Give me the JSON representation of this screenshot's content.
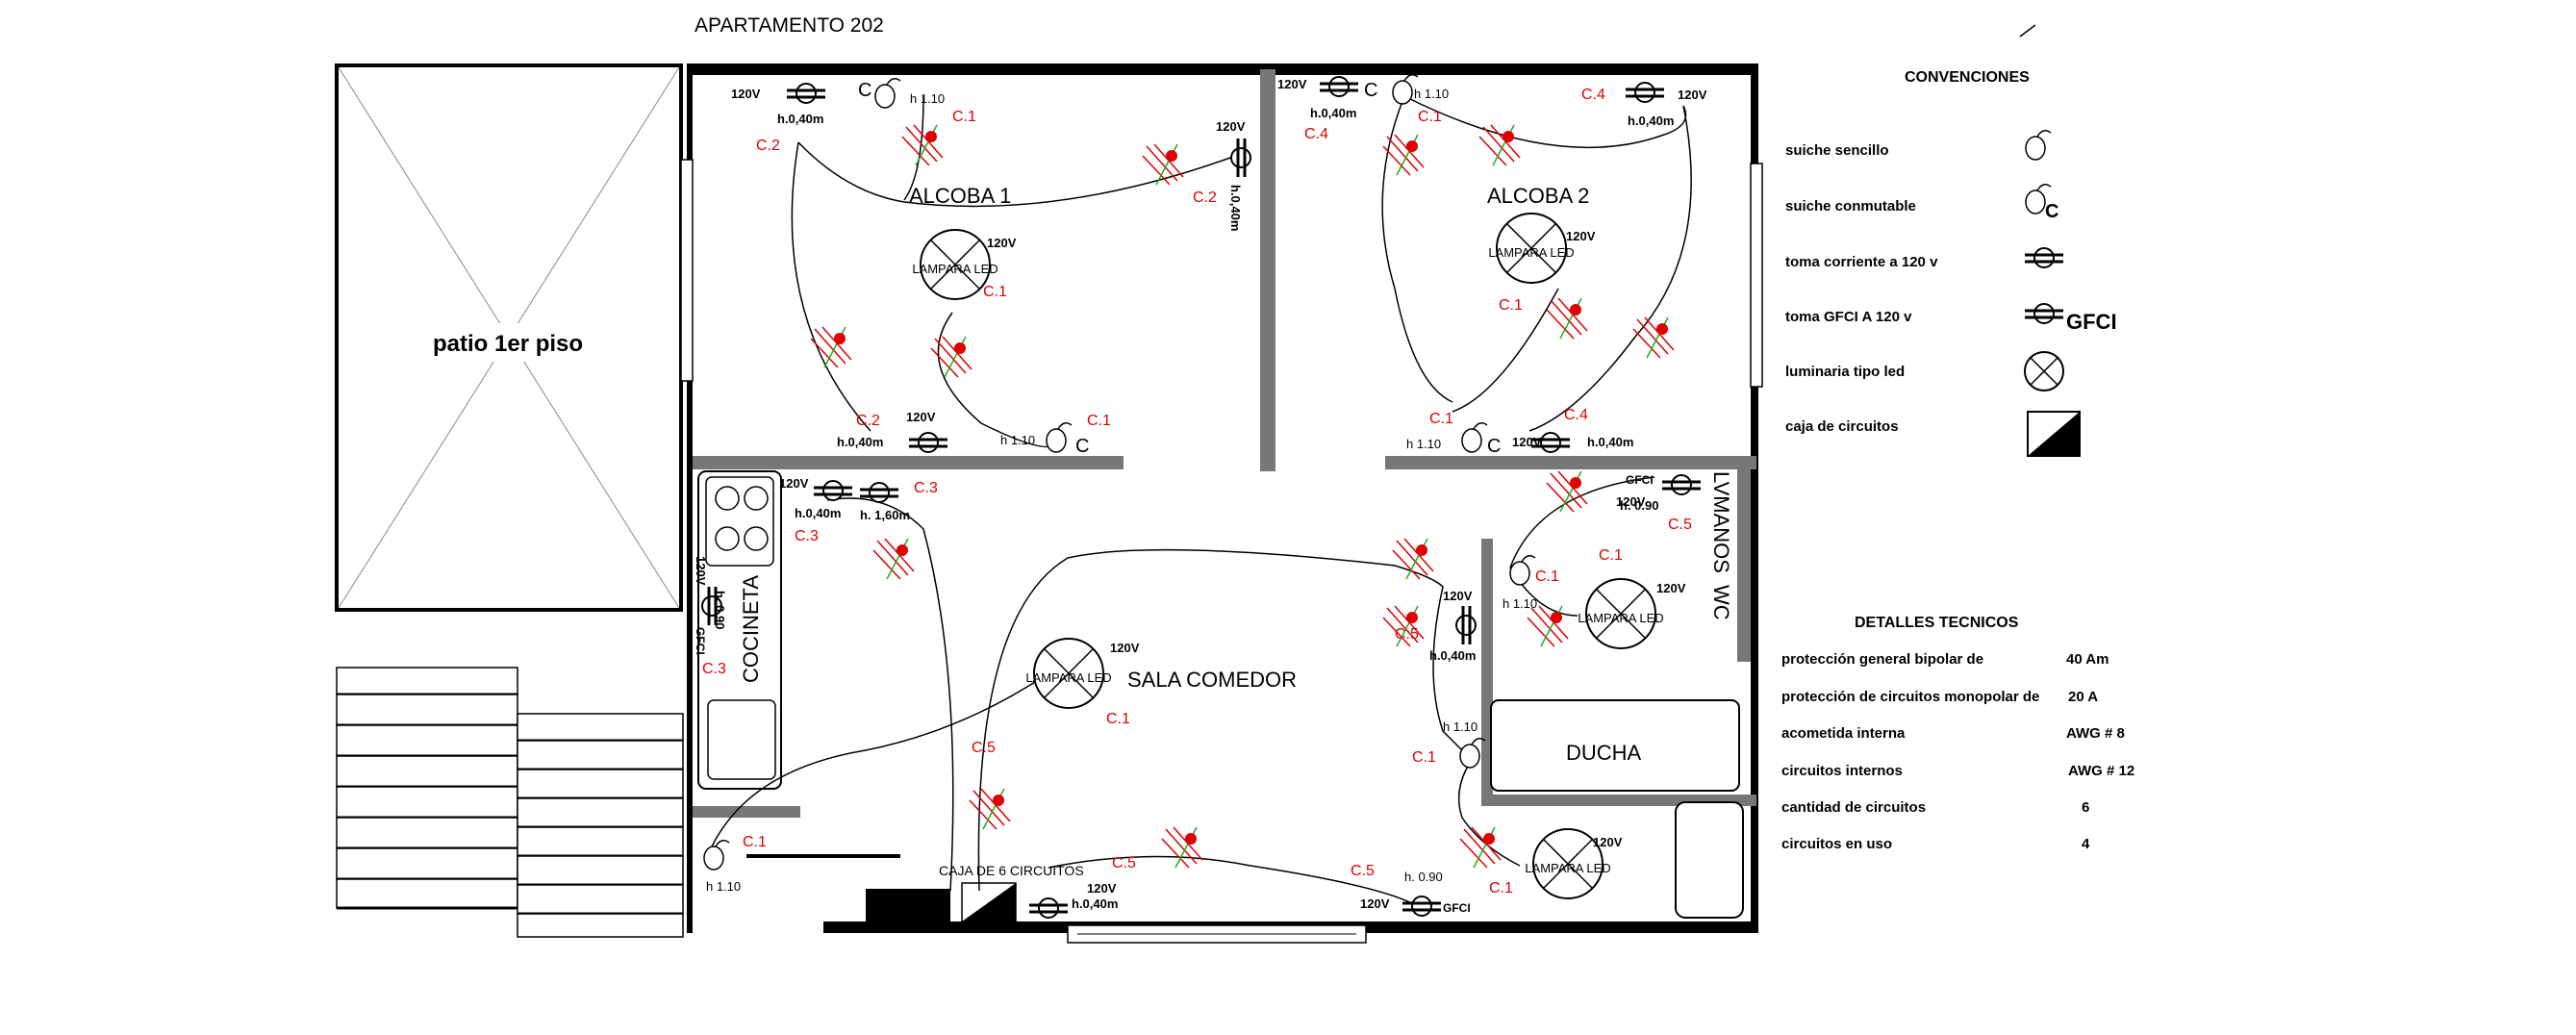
{
  "title": "APARTAMENTO 202",
  "patio_label": "patio 1er piso",
  "rooms": {
    "alcoba1": "ALCOBA 1",
    "alcoba2": "ALCOBA 2",
    "sala": "SALA COMEDOR",
    "cocineta": "COCINETA",
    "ducha": "DUCHA",
    "lvmanos": "LVMANOS",
    "wc": "WC",
    "caja": "CAJA DE 6 CIRCUITOS"
  },
  "lamp_label": "LAMPARA LED",
  "volt": "120V",
  "gfci": "GFCI",
  "switch_c": "C",
  "heights": {
    "h110": "h 1.10",
    "h040": "h.0,40m",
    "h090": "h. 0.90",
    "h160": "h. 1,60m",
    "h040_vertical": "h.0,40m"
  },
  "circuits": {
    "c1": "C.1",
    "c2": "C.2",
    "c3": "C.3",
    "c4": "C.4",
    "c5": "C.5"
  },
  "legend": {
    "title": "CONVENCIONES",
    "items": [
      "suiche sencillo",
      "suiche conmutable",
      "toma corriente a 120 v",
      "toma GFCI A 120 v",
      "luminaria tipo led",
      "caja de circuitos"
    ],
    "switch_c": "C",
    "gfci": "GFCI"
  },
  "details": {
    "title": "DETALLES TECNICOS",
    "rows": [
      {
        "label": "protección general  bipolar de",
        "value": "40 Am"
      },
      {
        "label": "protección de circuitos monopolar de",
        "value": "20 A"
      },
      {
        "label": "acometida interna",
        "value": "AWG # 8"
      },
      {
        "label": "circuitos internos",
        "value": "AWG # 12"
      },
      {
        "label": "cantidad de circuitos",
        "value": "6"
      },
      {
        "label": "circuitos en uso",
        "value": "4"
      }
    ]
  },
  "colors": {
    "wall": "#000000",
    "circuit_label": "#e00000",
    "wire_mark_red": "#e00000",
    "wire_mark_green": "#22aa22",
    "wall_grey": "#777777"
  }
}
